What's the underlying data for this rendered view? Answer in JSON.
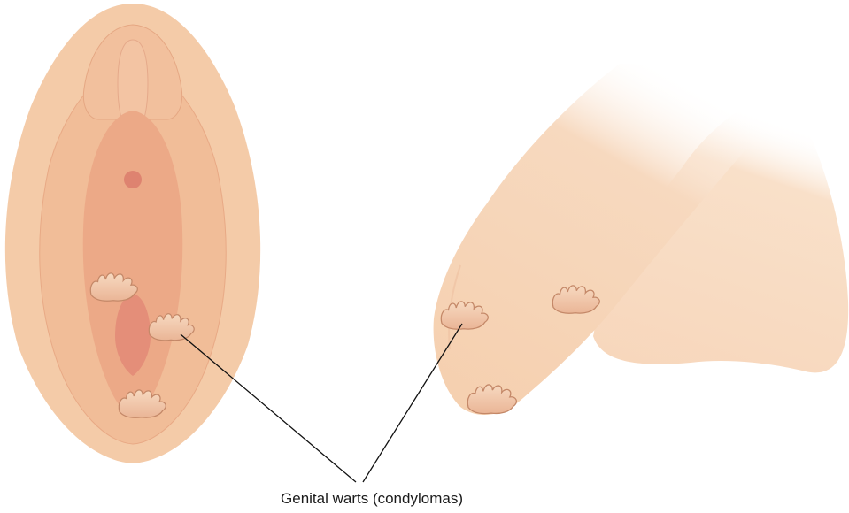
{
  "caption": {
    "text": "Genital warts (condylomas)"
  },
  "colors": {
    "outer_skin": "#f4cfae",
    "inner_fold": "#f0bc9a",
    "vestibule": "#eba887",
    "vaginal_opening": "#e58f7a",
    "urethral_opening": "#dd7f6c",
    "penis_skin": "#f5d2b3",
    "scrotum_skin": "#f8dcc2",
    "wart_fill": "#f2c3a4",
    "wart_outline": "#c98a6c",
    "leader_line": "#111111"
  },
  "icons": {
    "female": "vulva-illustration",
    "male": "penis-illustration",
    "lesion": "wart-lesion"
  }
}
